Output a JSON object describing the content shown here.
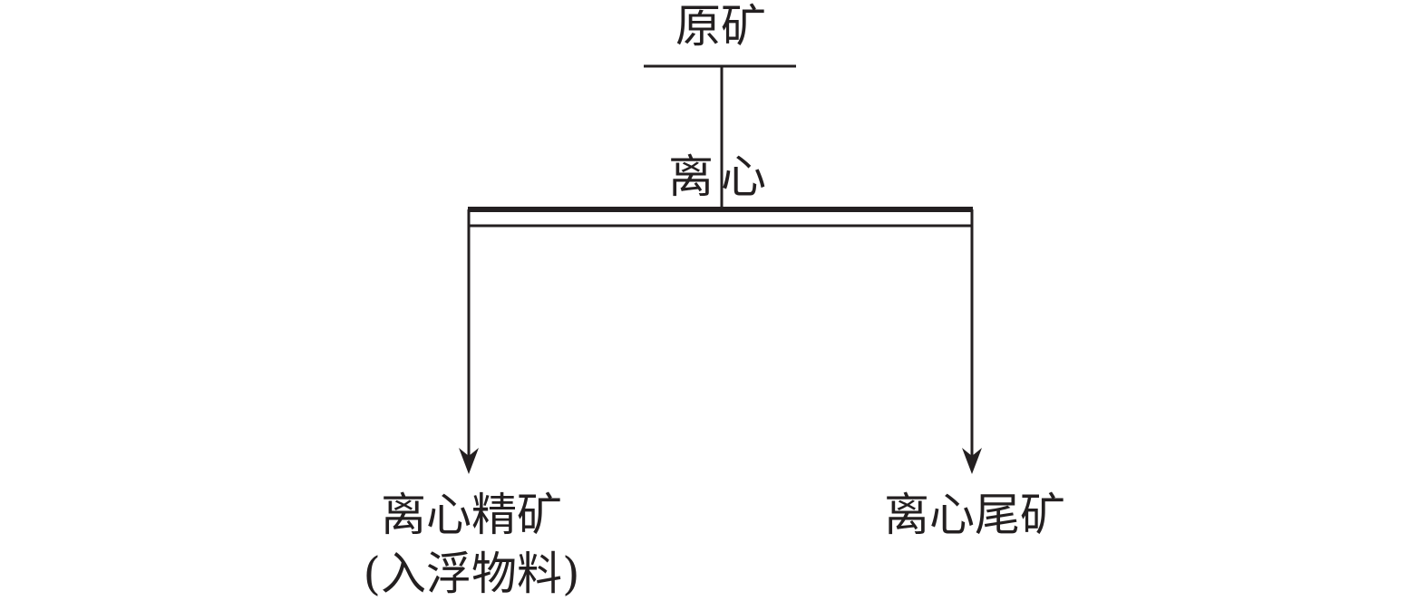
{
  "flowsheet": {
    "feed_label": "原矿",
    "process_label": "离心",
    "products": [
      {
        "label": "离心精矿",
        "note": "(入浮物料)"
      },
      {
        "label": "离心尾矿",
        "note": ""
      }
    ]
  },
  "colors": {
    "line": "#231f20",
    "background": "#ffffff"
  }
}
